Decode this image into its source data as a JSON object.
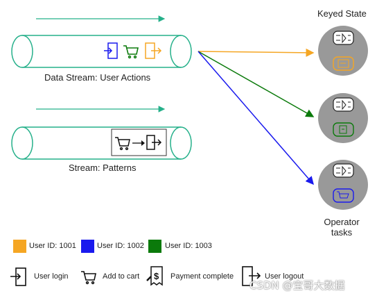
{
  "streams": {
    "data_stream_label": "Data Stream: User Actions",
    "pattern_stream_label": "Stream: Patterns"
  },
  "keyed_state_title": "Keyed State",
  "operator_tasks_label_line1": "Operator",
  "operator_tasks_label_line2": "tasks",
  "legend_users": [
    {
      "label": "User ID: 1001",
      "color": "#f5a623"
    },
    {
      "label": "User ID: 1002",
      "color": "#1a1aee"
    },
    {
      "label": "User ID: 1003",
      "color": "#0b7a0b"
    }
  ],
  "legend_actions": [
    {
      "label": "User login",
      "icon": "login-icon"
    },
    {
      "label": "Add to cart",
      "icon": "cart-icon"
    },
    {
      "label": "Payment complete",
      "icon": "payment-icon"
    },
    {
      "label": "User logout",
      "icon": "logout-icon"
    }
  ],
  "watermark": "CSDN @宝哥大数据",
  "colors": {
    "pipe_stroke": "#25b08a",
    "arrow_orange": "#f5a623",
    "arrow_green": "#0b7a0b",
    "arrow_blue": "#1a1aee",
    "operator_circle": "#999999"
  }
}
